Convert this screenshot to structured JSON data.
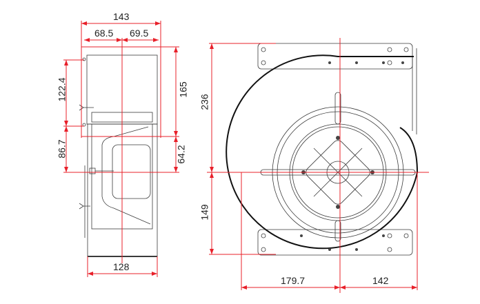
{
  "drawing": {
    "title": "Centrifugal blower dimension drawing",
    "side_view": {
      "overall_width": "143",
      "left_offset": "68.5",
      "right_offset": "69.5",
      "mount_height_upper": "122.4",
      "mount_height_lower": "86.7",
      "housing_height": "165",
      "outlet_to_center": "64.2",
      "base_width": "128"
    },
    "front_view": {
      "top_to_center": "236",
      "center_to_bottom": "149",
      "left_to_center": "179.7",
      "center_to_right": "142"
    },
    "colors": {
      "dimension": "#e8202a",
      "outline": "#333333"
    }
  }
}
